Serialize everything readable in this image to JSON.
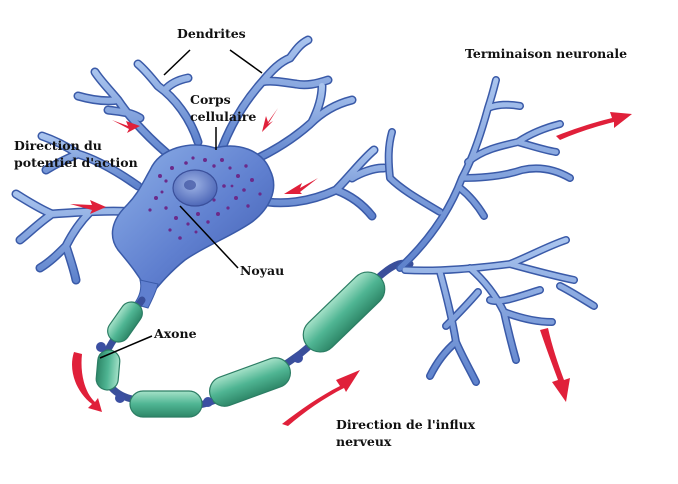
{
  "labels": {
    "dendrites": "Dendrites",
    "cell_body": "Corps\ncellulaire",
    "action_potential_direction": "Direction du\npotentiel d'action",
    "nucleus": "Noyau",
    "axon": "Axone",
    "nerve_impulse_direction": "Direction de l'influx\nnerveux",
    "axon_terminal": "Terminaison neuronale"
  },
  "colors": {
    "neuron_fill": "#6f93d6",
    "neuron_outline": "#3a5aa8",
    "soma_shade": "#4d6fc2",
    "nissl_granules": "#6b2a8a",
    "myelin_sheath": "#4fb593",
    "myelin_outline": "#2c7d64",
    "node_of_ranvier": "#3b4fa2",
    "arrow": "#e0203a",
    "label_line": "#000000"
  }
}
